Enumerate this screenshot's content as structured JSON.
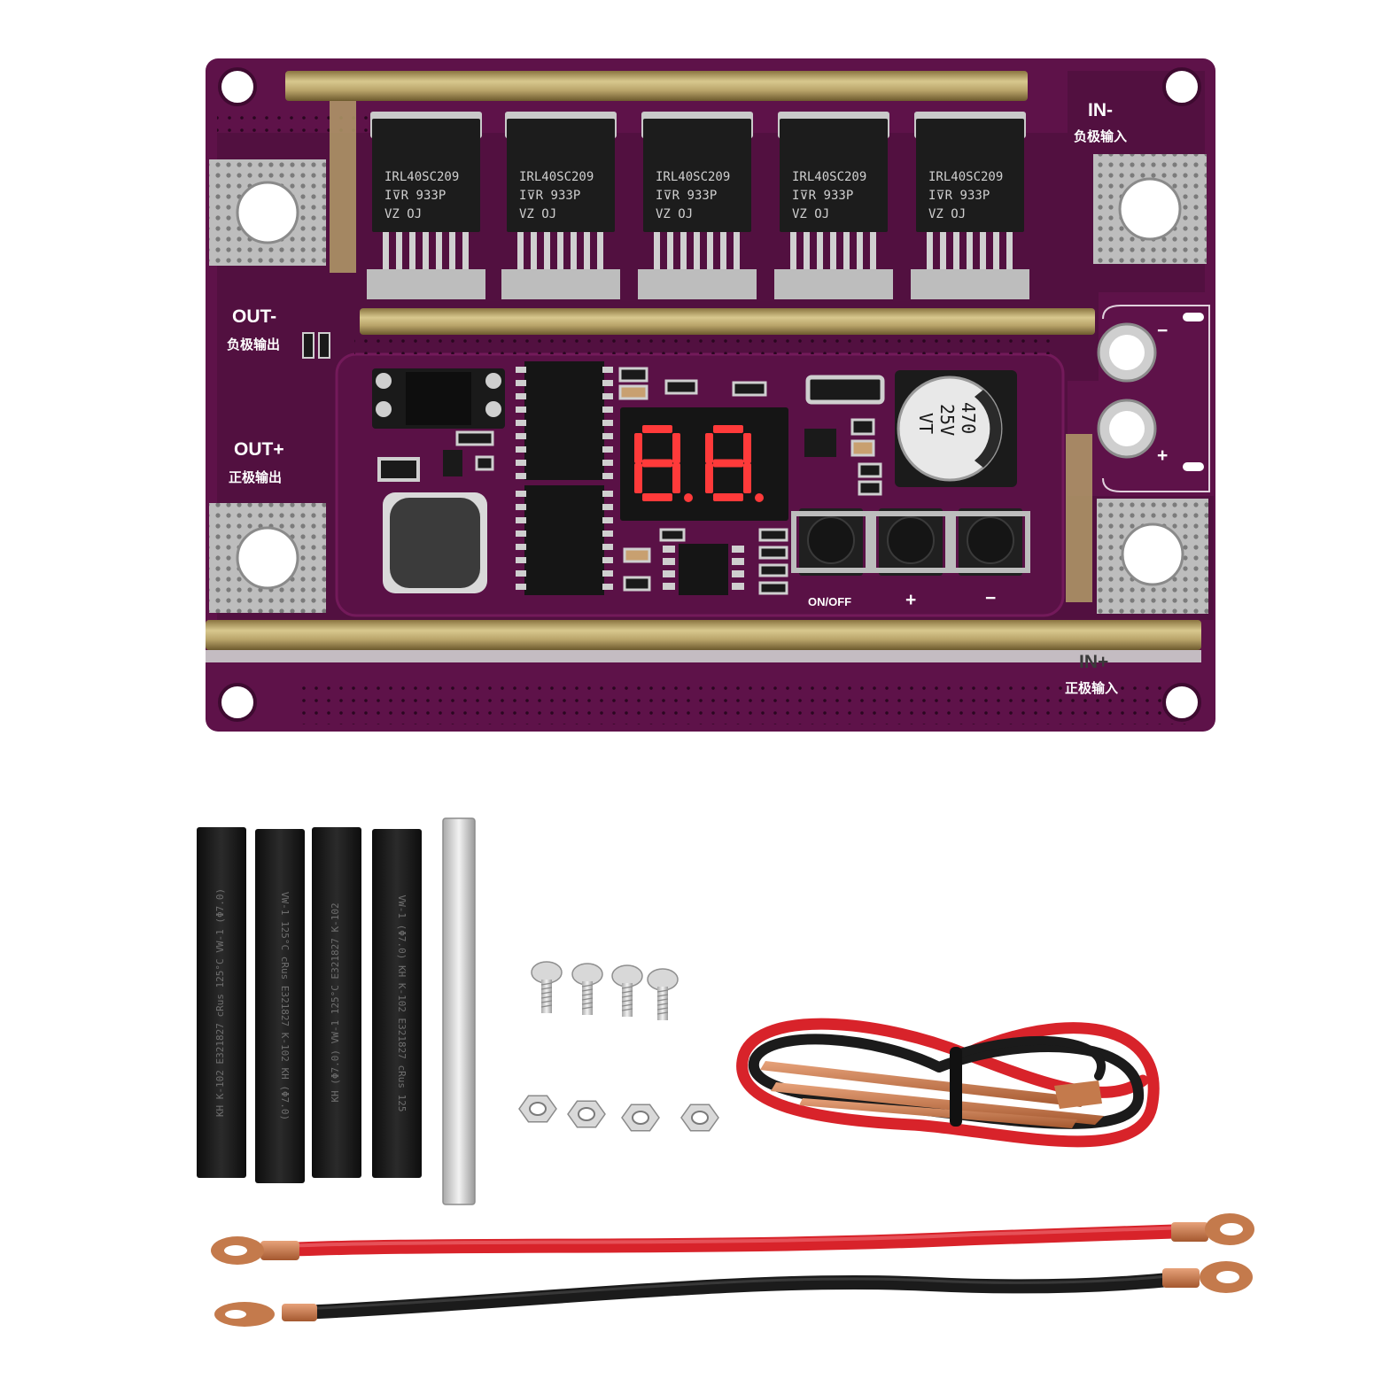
{
  "board": {
    "colors": {
      "pcb": "#5e1249",
      "pcb_dark": "#3e0a30",
      "copper_bar": "#b9a46a",
      "pad": "#b7b7b7",
      "mosfet_body": "#1c1c1c",
      "display_digit": "#ff3a3a"
    },
    "labels": {
      "in_minus": "IN-",
      "in_minus_cn": "负极输入",
      "in_plus": "IN+",
      "in_plus_cn": "正极输入",
      "out_minus": "OUT-",
      "out_minus_cn": "负极输出",
      "out_plus": "OUT+",
      "out_plus_cn": "正极输出",
      "btn_onoff": "ON/OFF",
      "btn_plus": "+",
      "btn_minus": "−",
      "terminal_minus": "−",
      "terminal_plus": "+"
    },
    "mosfets": [
      {
        "line1": "IRL40SC209",
        "line2": "I⊽R  933P",
        "line3": "VZ    OJ"
      },
      {
        "line1": "IRL40SC209",
        "line2": "I⊽R  933P",
        "line3": "VZ    OJ"
      },
      {
        "line1": "IRL40SC209",
        "line2": "I⊽R  933P",
        "line3": "VZ    OJ"
      },
      {
        "line1": "IRL40SC209",
        "line2": "I⊽R  933P",
        "line3": "VZ    OJ"
      },
      {
        "line1": "IRL40SC209",
        "line2": "I⊽R  933P",
        "line3": "VZ    OJ"
      }
    ],
    "capacitor": {
      "line1": "470",
      "line2": "25V",
      "line3": "VT"
    },
    "display": {
      "digits": "8.8."
    }
  },
  "accessories": {
    "heat_shrink_tubes": [
      {
        "text": "KH  K-102  E321827  cRus  125°C  VW-1 (Φ7.0)"
      },
      {
        "text": "VW-1  125°C  cRus  E321827  K-102  KH (Φ7.0)"
      },
      {
        "text": "KH  (Φ7.0)  VW-1  125°C  E321827  K-102"
      },
      {
        "text": "VW-1 (Φ7.0)  KH  K-102  E321827  cRus  125"
      }
    ],
    "screws_count": 4,
    "nuts_count": 4,
    "wire_colors": {
      "red": "#d8232a",
      "black": "#1b1b1b",
      "copper": "#c47a4c"
    }
  }
}
